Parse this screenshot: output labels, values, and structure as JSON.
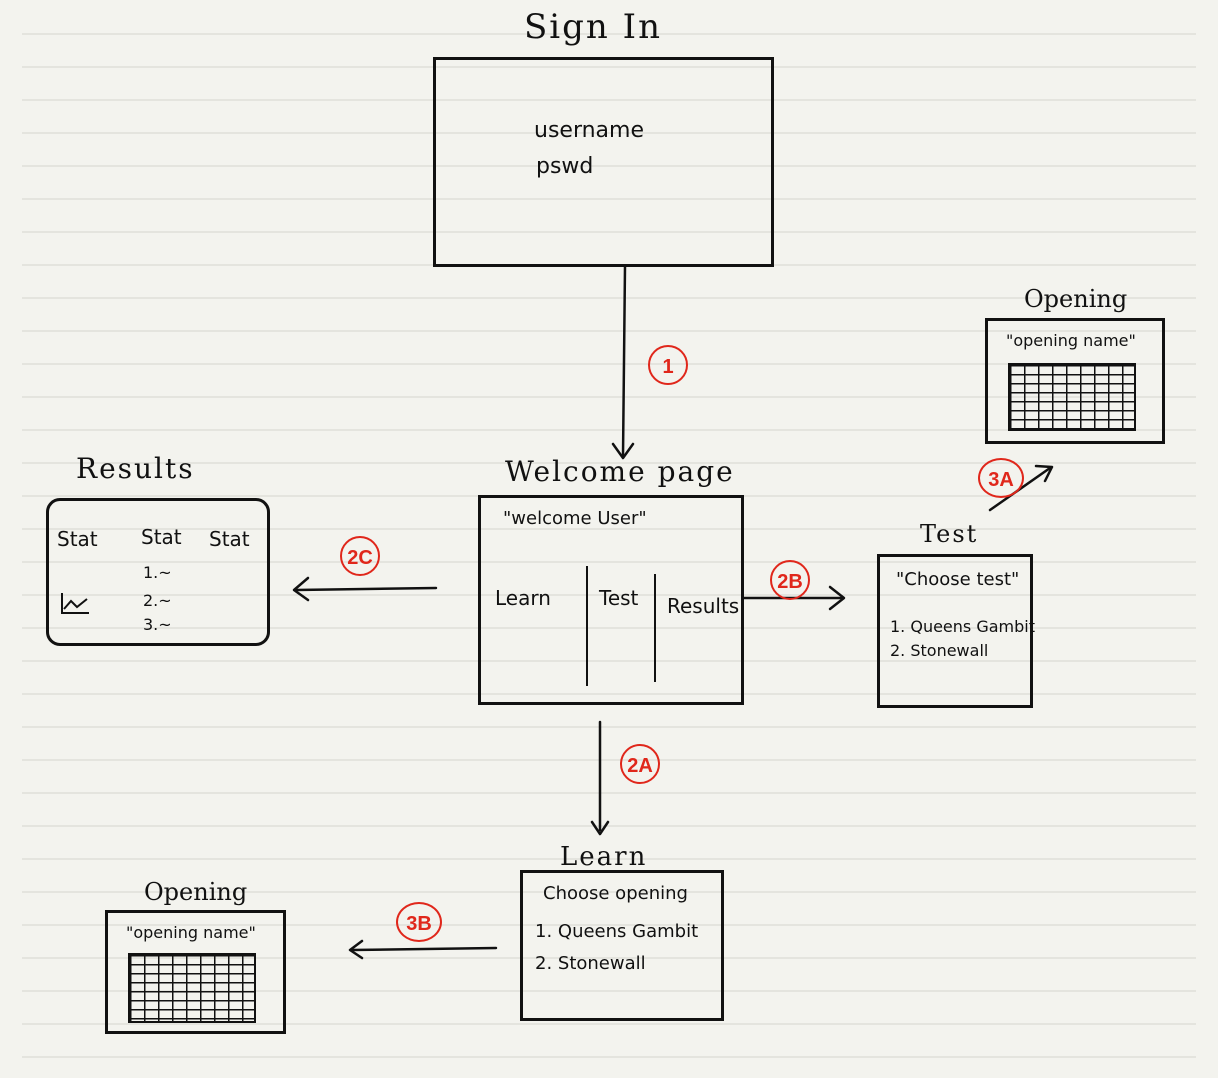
{
  "colors": {
    "ink": "#111111",
    "accent": "#e0271b",
    "paper": "#f3f3ee",
    "rule": "#d4d4cf"
  },
  "signin": {
    "title": "Sign In",
    "username": "username",
    "password": "pswd"
  },
  "welcome": {
    "title": "Welcome page",
    "greeting": "\"welcome User\"",
    "options": [
      "Learn",
      "Test",
      "Results"
    ]
  },
  "results": {
    "title": "Results",
    "headers": [
      "Stat",
      "Stat",
      "Stat"
    ],
    "rows": [
      "1.~",
      "2.~",
      "3.~"
    ]
  },
  "test": {
    "title": "Test",
    "prompt": "\"Choose test\"",
    "items": [
      "1. Queens Gambit",
      "2. Stonewall"
    ]
  },
  "learn": {
    "title": "Learn",
    "prompt": "Choose opening",
    "items": [
      "1. Queens Gambit",
      "2. Stonewall"
    ]
  },
  "opening_a": {
    "title": "Opening",
    "name": "\"opening name\""
  },
  "opening_b": {
    "title": "Opening",
    "name": "\"opening name\""
  },
  "steps": {
    "s1": "1",
    "s2a": "2A",
    "s2b": "2B",
    "s2c": "2C",
    "s3a": "3A",
    "s3b": "3B"
  },
  "icons": {
    "chart": "line-chart-icon",
    "board": "chessboard-icon"
  }
}
